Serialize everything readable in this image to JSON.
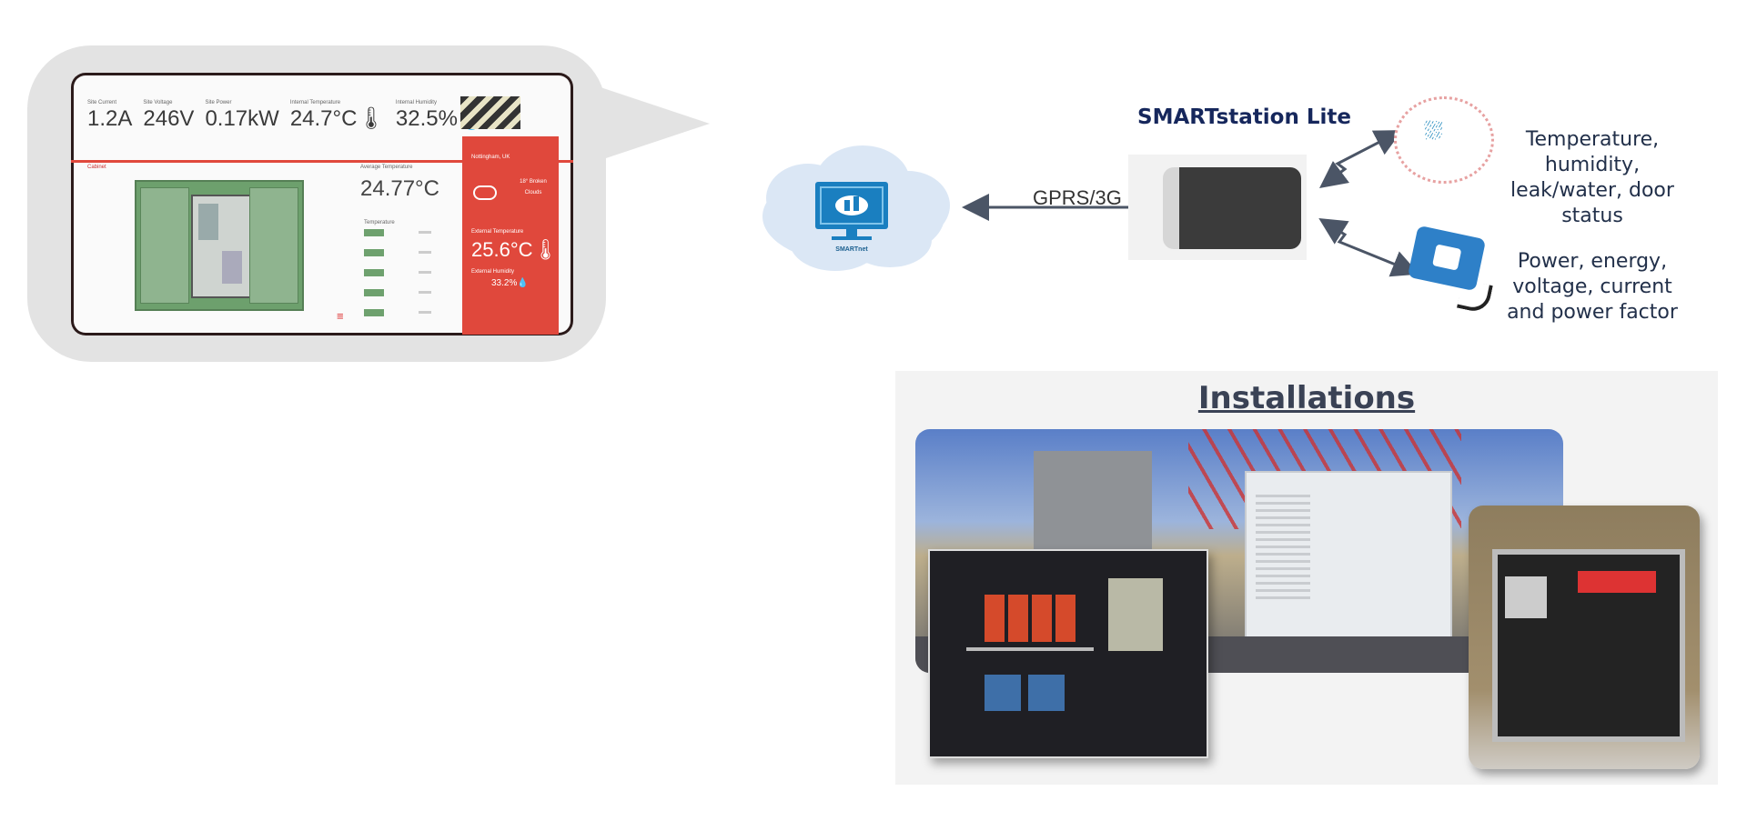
{
  "dashboard": {
    "metrics": [
      {
        "label": "Site Current",
        "value": "1.2A"
      },
      {
        "label": "Site Voltage",
        "value": "246V"
      },
      {
        "label": "Site Power",
        "value": "0.17kW"
      },
      {
        "label": "Internal Temperature",
        "value": "24.7°C🌡"
      },
      {
        "label": "Internal Humidity",
        "value": "32.5%💧"
      }
    ],
    "cabinet_label": "Cabinet",
    "average_temp_label": "Average Temperature",
    "average_temp_value": "24.77°C",
    "temperature_label": "Temperature",
    "location": "Nottingham, UK",
    "weather": "18° Broken Clouds",
    "external_temp_label": "External Temperature",
    "external_temp_value": "25.6°C🌡",
    "external_humidity_label": "External Humidity",
    "external_humidity_value": "33.2%💧"
  },
  "cloud": {
    "label": "SMARTnet"
  },
  "link_label": "GPRS/3G",
  "station_title": "SMARTstation Lite",
  "sensors": [
    {
      "icon": "environment-sensor-icon",
      "text": "Temperature, humidity, leak/water, door status"
    },
    {
      "icon": "current-clamp-icon",
      "text": "Power, energy, voltage, current and power factor"
    }
  ],
  "installations": {
    "title": "Installations"
  },
  "colors": {
    "accent_red": "#e0483c",
    "navy": "#16275c",
    "cloud": "#dbe7f5",
    "monitor": "#1a7fc0"
  }
}
